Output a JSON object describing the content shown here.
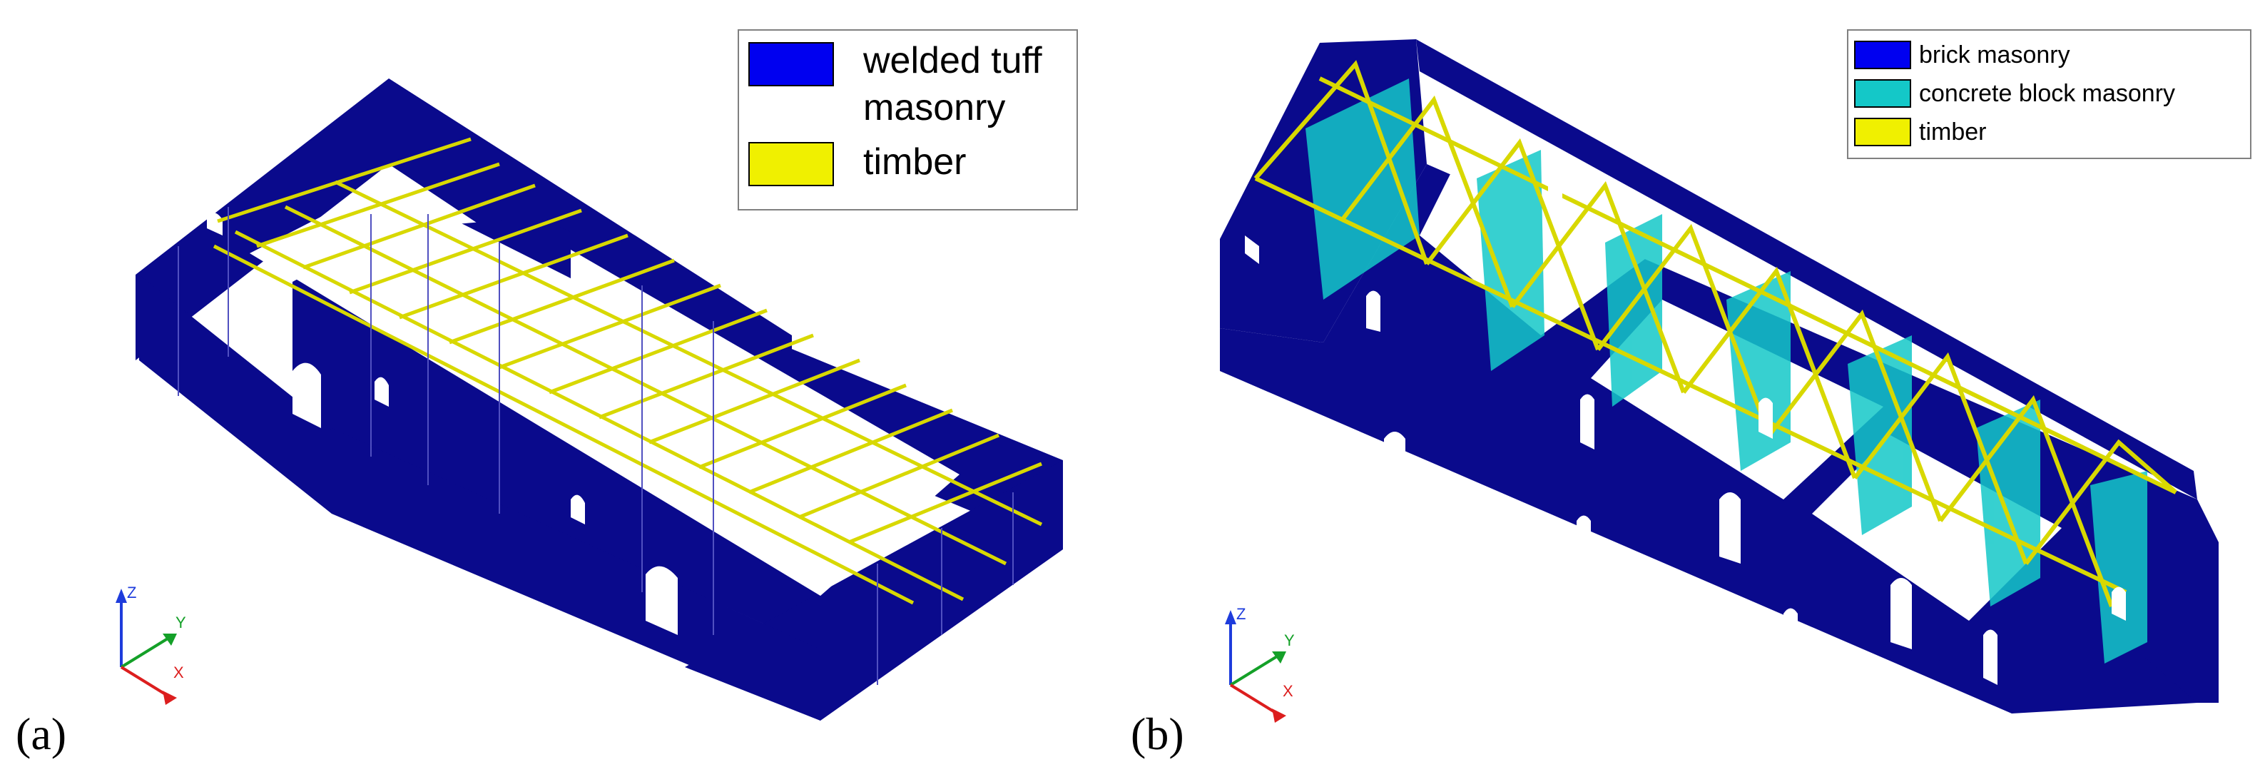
{
  "colors": {
    "masonry_blue": "#0a0a8c",
    "legend_blue": "#0000f0",
    "concrete_cyan": "#14c8c8",
    "timber_yellow": "#f0f000",
    "floor_white": "#ffffff",
    "axis_z": "#1e3cdc",
    "axis_y": "#14a028",
    "axis_x": "#dc1e1e"
  },
  "panel_a": {
    "label": "(a)",
    "legend": [
      {
        "name": "welded tuff masonry",
        "line1": "welded tuff",
        "line2": "masonry",
        "color": "#0000f0"
      },
      {
        "name": "timber",
        "line1": "timber",
        "line2": "",
        "color": "#f0f000"
      }
    ],
    "axes": {
      "z": "Z",
      "y": "Y",
      "x": "X"
    }
  },
  "panel_b": {
    "label": "(b)",
    "legend": [
      {
        "name": "brick masonry",
        "color": "#0000f0"
      },
      {
        "name": "concrete block masonry",
        "color": "#14c8c8"
      },
      {
        "name": "timber",
        "color": "#f0f000"
      }
    ],
    "axes": {
      "z": "Z",
      "y": "Y",
      "x": "X"
    }
  }
}
